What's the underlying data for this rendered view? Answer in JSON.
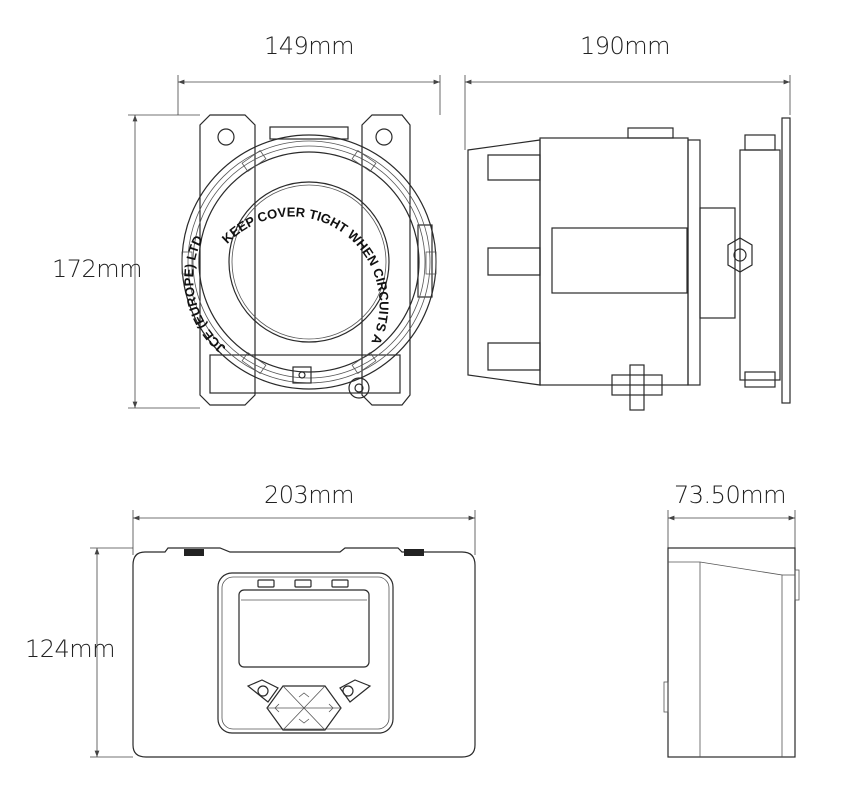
{
  "dimensions": {
    "front_width": "149mm",
    "side_depth": "190mm",
    "height": "172mm",
    "display_width": "203mm",
    "display_height": "124mm",
    "display_depth": "73.50mm"
  },
  "cover_ring": {
    "warning_text": "KEEP COVER TIGHT WHEN CIRCUITS ALIVE",
    "maker_text": "JCE (EUROPE) LTD"
  },
  "colors": {
    "line": "#2a2a2a",
    "background": "#ffffff"
  }
}
